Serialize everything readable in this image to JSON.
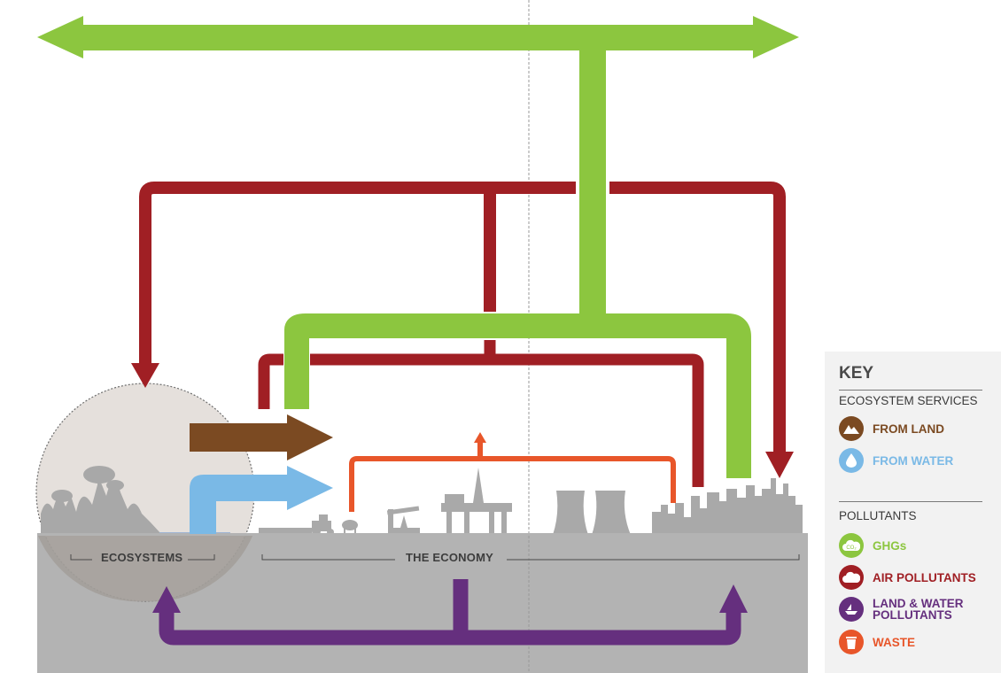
{
  "colors": {
    "services_land": "#7b4a22",
    "services_water": "#7ab9e6",
    "ghg": "#8cc63f",
    "air_pollutants": "#a01f24",
    "land_water_pollutants": "#652f7e",
    "waste": "#e8562a",
    "ground": "#b3b3b3",
    "silhouette": "#a9a9a9"
  },
  "diagram": {
    "ecosystems_label": "ECOSYSTEMS",
    "economy_label": "THE ECONOMY"
  },
  "key": {
    "title": "KEY",
    "section_services": "ECOSYSTEM SERVICES",
    "from_land": "FROM LAND",
    "from_water": "FROM WATER",
    "section_pollutants": "POLLUTANTS",
    "ghgs": "GHGs",
    "ghg_icon_text": "CO₂",
    "air_pollutants": "AIR POLLUTANTS",
    "land_water_line1": "LAND & WATER",
    "land_water_line2": "POLLUTANTS",
    "waste": "WASTE",
    "icons": [
      "mountain-icon",
      "water-drop-icon",
      "co2-cloud-icon",
      "air-cloud-icon",
      "ship-icon",
      "bin-icon"
    ]
  }
}
